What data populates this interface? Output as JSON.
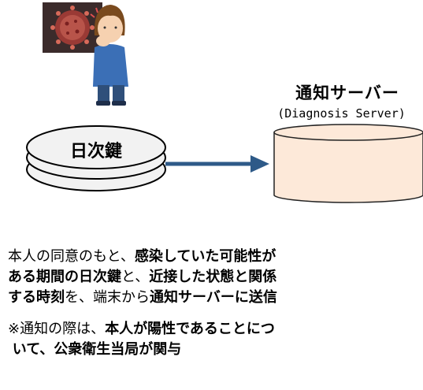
{
  "server": {
    "title": "通知サーバー",
    "subtitle": "(Diagnosis Server)"
  },
  "key_stack": {
    "label": "日次鍵"
  },
  "icons": {
    "virus": "virus-icon",
    "person": "coughing-person-icon",
    "arrow": "arrow-right-icon",
    "server": "server-cylinder-icon"
  },
  "colors": {
    "arrow": "#2e5a88",
    "cylinder_fill": "#fde9d9",
    "key_fill": "#f2f2f2"
  },
  "description": {
    "line1": {
      "a": "本人の同意のもと、",
      "b": "感染していた可能性が"
    },
    "line2": {
      "a": "ある期間の日次鍵",
      "b": "と、",
      "c": "近接した状態と関係"
    },
    "line3": {
      "a": "する時刻",
      "b": "を、端末から",
      "c": "通知サーバーに送信"
    }
  },
  "note": {
    "line1": {
      "a": "※通知の際は、",
      "b": "本人が陽性であることにつ"
    },
    "line2": {
      "a": "いて、公衆衛生当局が関与"
    }
  }
}
